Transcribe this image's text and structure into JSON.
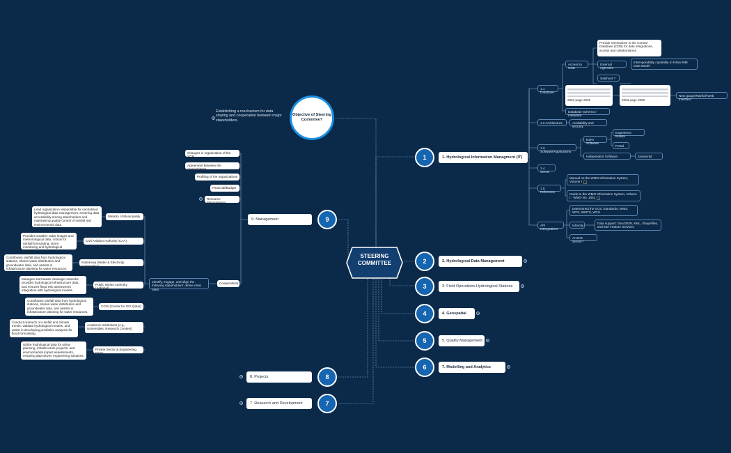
{
  "center": {
    "line1": "STEERING",
    "line2": "COMMITTEE"
  },
  "objective": {
    "title": "Objective of Steering Commitee?",
    "text": "Establishing a mechanism for data sharing and cooperation between major stakeholders."
  },
  "branches": {
    "b1": {
      "num": "1",
      "label": "1. Hydrological Information Managment (IT)"
    },
    "b2": {
      "num": "2",
      "label": "2. Hydrological Data Management"
    },
    "b3": {
      "num": "3",
      "label": "3. Field Operations Hydrological Stations"
    },
    "b4": {
      "num": "4",
      "label": "4. Geospatial"
    },
    "b5": {
      "num": "5",
      "label": "5. Quality Management"
    },
    "b6": {
      "num": "6",
      "label": "7. Modelling and Analytics"
    },
    "b9": {
      "num": "9",
      "label": "9. Management"
    },
    "b8": {
      "num": "8",
      "label": "8. Projects"
    },
    "b7": {
      "num": "7",
      "label": "7. Research and Development"
    }
  },
  "it": {
    "database": "1.1 Database",
    "access_cdb": "Access to CDB",
    "cdb_desc": "Provide mechanism in the Central Database (CDB) for data integrations, access and collaborations",
    "external_agencies": "External Agencies",
    "interoperability": "Interoperability capability to follow MM Data Model",
    "satshoot": "Satshoot ?",
    "page1": "2853 page 2550",
    "page2": "2853 page 2550",
    "new_gauge": "New gauge/Rainfall Web Interface",
    "schema": "Database Schema / metadata",
    "architecture": "1.2 Architecture",
    "availability": "Availability and security",
    "software": "1.3 Software/Applications",
    "esri": "ESRI Software",
    "exp_builder": "Experience Builder",
    "portal": "Portal",
    "independent": "Independent Software",
    "javascript": "Javascript",
    "server": "1.4 Server",
    "reference": "1.5 Reference",
    "manual": "Manual on the WMO Information System, Volume I",
    "guide": "Guide to the WMO Information System, Volume I - WMO-No. 1061",
    "api": "API Intergrations",
    "ogc": "Determined the OGC Standards, WMS, WFS, WMTS, WCS",
    "interoperability2": "Intercity",
    "data_support": "Data support: GeoJSON, KML, Shapefiles, and Esri Feature Services",
    "arcgis": "ArcGIS Server?"
  },
  "management": {
    "changes": "Changes in organization of the SCM",
    "agreement": "Agreement between the organizations",
    "profiling": "Profiling of the organizations",
    "financial": "Financial/Budget",
    "resource": "Resource Management",
    "cooperations": "Cooperations",
    "identify": "Identify, engage, and align the following stakeholders' define clear roles",
    "orgs": [
      {
        "name": "Ministry of Municipality",
        "desc": "Lead organization responsible for centralized hydrological data management, ensuring data accessibility among stakeholders and maintaining quality control of rainfall and environmental data."
      },
      {
        "name": "Civil Aviation Authority (CAA)",
        "desc": "Provides weather radar images and meteorological data, critical for rainfall forecasting, storm monitoring and hydrological analysis."
      },
      {
        "name": "Kahramaa (Water & Electricity Corporation)",
        "desc": "Contributes rainfall data from hydrological stations, shares water distribution and groundwater data, and assists in infrastructure planning for water resources."
      },
      {
        "name": "Public Works Authority (Ashghal)",
        "desc": "Manages stormwater drainage networks, provides hydrological infrastructure data, and ensures flood risk assessment integration with hydrological models."
      },
      {
        "name": "CGIS (Center for GIS Qatar)",
        "desc": "Contributes rainfall data from hydrological stations, shares water distribution and groundwater data, and assists in infrastructure planning for water resources."
      },
      {
        "name": "Academic Institutions (e.g., Universities, Research Centers)",
        "desc": "Conduct research on rainfall and climate trends, validate hydrological models, and assist in developing predictive analytics for flood forecasting."
      },
      {
        "name": "Private Sector & Engineering Firms",
        "desc": "Utilize hydrological data for urban planning, infrastructure projects, and environmental impact assessments, ensuring data-driven engineering solutions."
      }
    ]
  },
  "colors": {
    "background": "#0b2a4a",
    "accent": "#1565b0",
    "node": "#ffffff",
    "hex": "#123e70"
  }
}
